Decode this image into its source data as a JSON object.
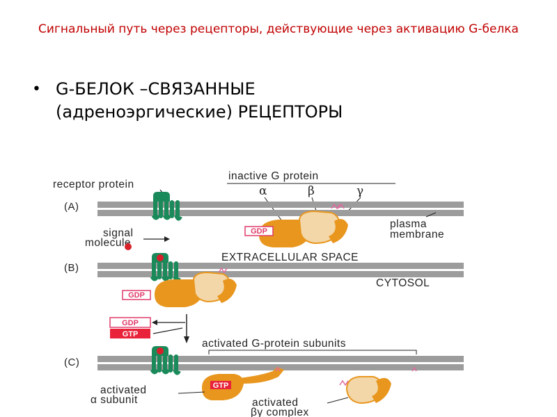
{
  "slide": {
    "title": "Сигнальный путь через рецепторы, действующие через активацию G-белка",
    "bullet": {
      "line1": "G-БЕЛОК –СВЯЗАННЫЕ",
      "line2": "(адреноэргические) РЕЦЕПТОРЫ"
    }
  },
  "diagram": {
    "panels": {
      "a": "(A)",
      "b": "(B)",
      "c": "(C)"
    },
    "labels": {
      "receptor_protein": "receptor protein",
      "inactive_g_protein": "inactive G protein",
      "alpha": "α",
      "beta": "β",
      "gamma": "γ",
      "plasma": "plasma",
      "membrane": "membrane",
      "signal": "signal",
      "molecule": "molecule",
      "extracellular_space": "EXTRACELLULAR SPACE",
      "cytosol": "CYTOSOL",
      "activated_subunits": "activated G-protein subunits",
      "activated_alpha_1": "activated",
      "activated_alpha_2": "α subunit",
      "activated_bg_1": "activated",
      "activated_bg_2": "βγ complex"
    },
    "badges": {
      "gdp": "GDP",
      "gtp": "GTP"
    },
    "colors": {
      "membrane": "#9c9c9c",
      "receptor": "#1a8a5a",
      "alpha_subunit": "#e8961e",
      "beta_subunit": "#f3d7a8",
      "signal_molecule": "#d8202a",
      "gdp_badge": "#e03a6a",
      "gtp_badge": "#e8233a",
      "anchor": "#e06aa0"
    }
  }
}
